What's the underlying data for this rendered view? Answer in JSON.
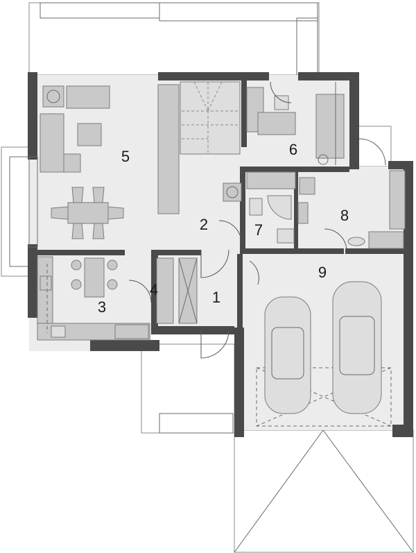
{
  "rooms": [
    {
      "id": "1",
      "label": "1"
    },
    {
      "id": "2",
      "label": "2"
    },
    {
      "id": "3",
      "label": "3"
    },
    {
      "id": "4",
      "label": "4"
    },
    {
      "id": "5",
      "label": "5"
    },
    {
      "id": "6",
      "label": "6"
    },
    {
      "id": "7",
      "label": "7"
    },
    {
      "id": "8",
      "label": "8"
    },
    {
      "id": "9",
      "label": "9"
    }
  ],
  "colors": {
    "wall": "#4a4a4a",
    "floor": "#ececec",
    "furniture": "#c9c9c9",
    "background": "#ffffff"
  }
}
